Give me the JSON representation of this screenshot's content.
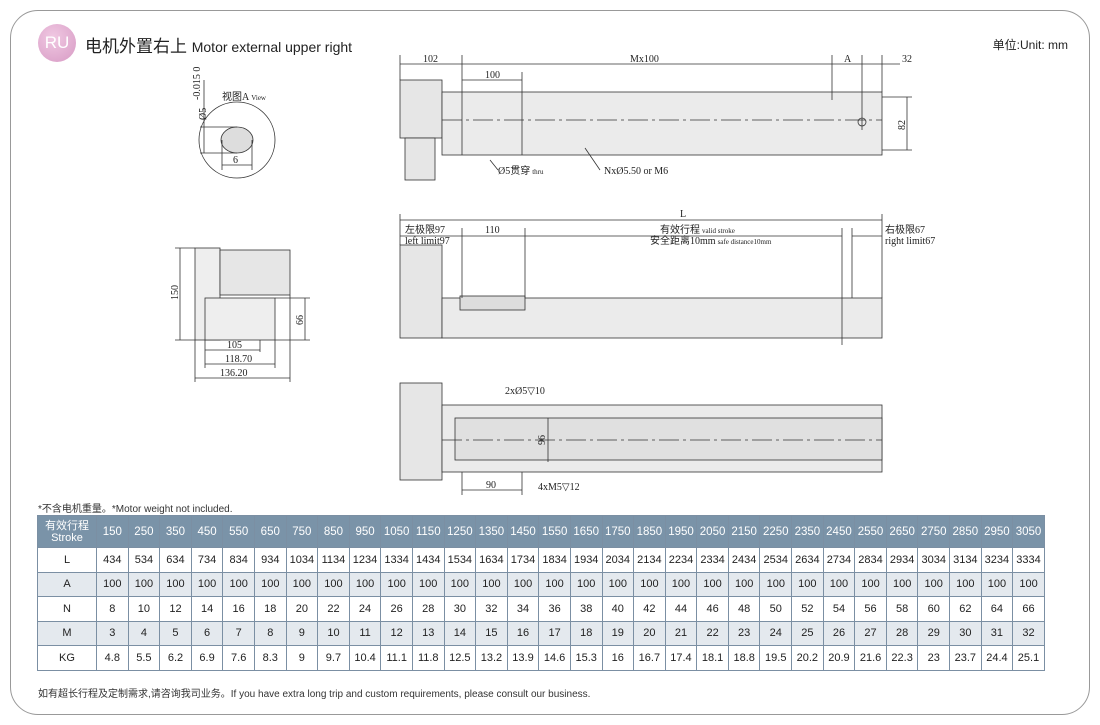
{
  "header": {
    "badge": "RU",
    "title_cn": "电机外置右上",
    "title_en": "Motor external upper right",
    "unit": "单位:Unit: mm"
  },
  "view_a": {
    "label": "视图A",
    "label_en": "View",
    "dia": "Ø5",
    "tol": "-0.015 0",
    "width": "6"
  },
  "top_view": {
    "d102": "102",
    "d100": "100",
    "mx100": "Mx100",
    "a": "A",
    "d32": "32",
    "d82": "82",
    "hole_thru": "Ø5贯穿",
    "thru": "thru",
    "nx": "NxØ5.50 or M6"
  },
  "side_view": {
    "L": "L",
    "left_limit": "左极限97",
    "left_limit_en": "left limit97",
    "d110": "110",
    "stroke": "有效行程",
    "stroke_en": "valid stroke",
    "safe": "安全距离10mm",
    "safe_en": "safe distance10mm",
    "right_limit": "右极限67",
    "right_limit_en": "right limit67"
  },
  "end_view": {
    "h150": "150",
    "h66": "66",
    "w105": "105",
    "w118": "118.70",
    "w136": "136.20"
  },
  "bottom_view": {
    "holes": "2xØ5▽10",
    "d96": "96",
    "d90": "90",
    "m5": "4xM5▽12"
  },
  "note": "*不含电机重量。*Motor weight not included.",
  "footer": "如有超长行程及定制需求,请咨询我司业务。If you have extra long trip and custom requirements, please consult our business.",
  "table": {
    "header_cn": "有效行程",
    "header_en": "Stroke",
    "strokes": [
      "150",
      "250",
      "350",
      "450",
      "550",
      "650",
      "750",
      "850",
      "950",
      "1050",
      "1150",
      "1250",
      "1350",
      "1450",
      "1550",
      "1650",
      "1750",
      "1850",
      "1950",
      "2050",
      "2150",
      "2250",
      "2350",
      "2450",
      "2550",
      "2650",
      "2750",
      "2850",
      "2950",
      "3050"
    ],
    "rows": [
      {
        "label": "L",
        "values": [
          "434",
          "534",
          "634",
          "734",
          "834",
          "934",
          "1034",
          "1134",
          "1234",
          "1334",
          "1434",
          "1534",
          "1634",
          "1734",
          "1834",
          "1934",
          "2034",
          "2134",
          "2234",
          "2334",
          "2434",
          "2534",
          "2634",
          "2734",
          "2834",
          "2934",
          "3034",
          "3134",
          "3234",
          "3334"
        ]
      },
      {
        "label": "A",
        "values": [
          "100",
          "100",
          "100",
          "100",
          "100",
          "100",
          "100",
          "100",
          "100",
          "100",
          "100",
          "100",
          "100",
          "100",
          "100",
          "100",
          "100",
          "100",
          "100",
          "100",
          "100",
          "100",
          "100",
          "100",
          "100",
          "100",
          "100",
          "100",
          "100",
          "100"
        ]
      },
      {
        "label": "N",
        "values": [
          "8",
          "10",
          "12",
          "14",
          "16",
          "18",
          "20",
          "22",
          "24",
          "26",
          "28",
          "30",
          "32",
          "34",
          "36",
          "38",
          "40",
          "42",
          "44",
          "46",
          "48",
          "50",
          "52",
          "54",
          "56",
          "58",
          "60",
          "62",
          "64",
          "66"
        ]
      },
      {
        "label": "M",
        "values": [
          "3",
          "4",
          "5",
          "6",
          "7",
          "8",
          "9",
          "10",
          "11",
          "12",
          "13",
          "14",
          "15",
          "16",
          "17",
          "18",
          "19",
          "20",
          "21",
          "22",
          "23",
          "24",
          "25",
          "26",
          "27",
          "28",
          "29",
          "30",
          "31",
          "32"
        ]
      },
      {
        "label": "KG",
        "values": [
          "4.8",
          "5.5",
          "6.2",
          "6.9",
          "7.6",
          "8.3",
          "9",
          "9.7",
          "10.4",
          "11.1",
          "11.8",
          "12.5",
          "13.2",
          "13.9",
          "14.6",
          "15.3",
          "16",
          "16.7",
          "17.4",
          "18.1",
          "18.8",
          "19.5",
          "20.2",
          "20.9",
          "21.6",
          "22.3",
          "23",
          "23.7",
          "24.4",
          "25.1"
        ]
      }
    ]
  }
}
